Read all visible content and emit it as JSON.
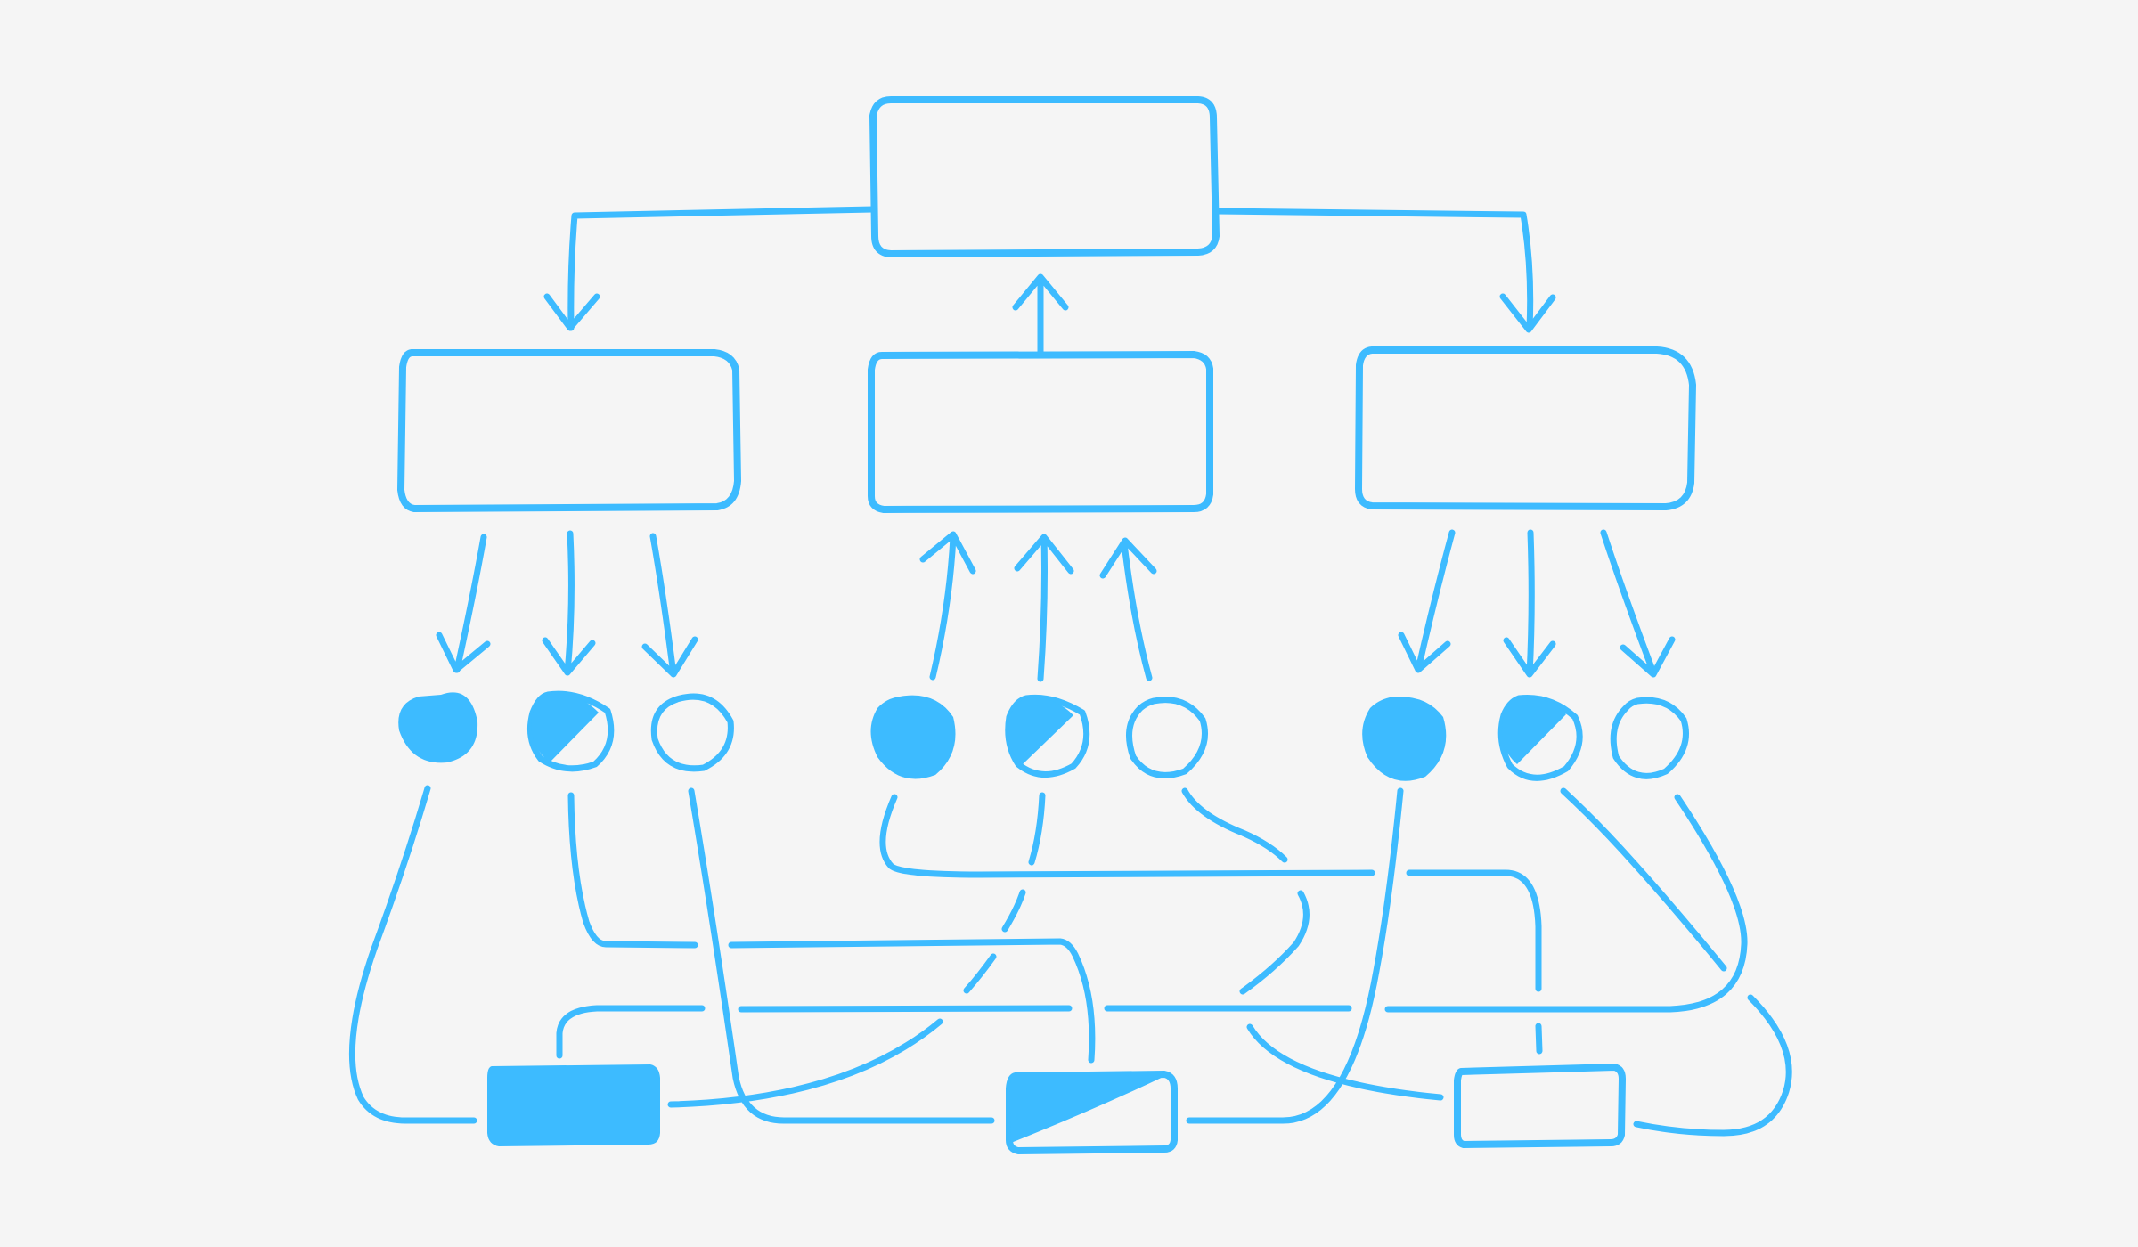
{
  "colors": {
    "background": "#f5f5f5",
    "ink": "#3dbbff"
  },
  "diagram": {
    "style": "hand-drawn",
    "top_box": {
      "text": ""
    },
    "mid_boxes": [
      {
        "id": "left",
        "text": ""
      },
      {
        "id": "center",
        "text": ""
      },
      {
        "id": "right",
        "text": ""
      }
    ],
    "circles": [
      {
        "group": "left",
        "fill": "full"
      },
      {
        "group": "left",
        "fill": "half"
      },
      {
        "group": "left",
        "fill": "empty"
      },
      {
        "group": "center",
        "fill": "full"
      },
      {
        "group": "center",
        "fill": "half"
      },
      {
        "group": "center",
        "fill": "empty"
      },
      {
        "group": "right",
        "fill": "full"
      },
      {
        "group": "right",
        "fill": "half"
      },
      {
        "group": "right",
        "fill": "empty"
      }
    ],
    "bottom_boxes": [
      {
        "id": "left",
        "fill": "full"
      },
      {
        "id": "center",
        "fill": "half"
      },
      {
        "id": "right",
        "fill": "empty"
      }
    ]
  }
}
